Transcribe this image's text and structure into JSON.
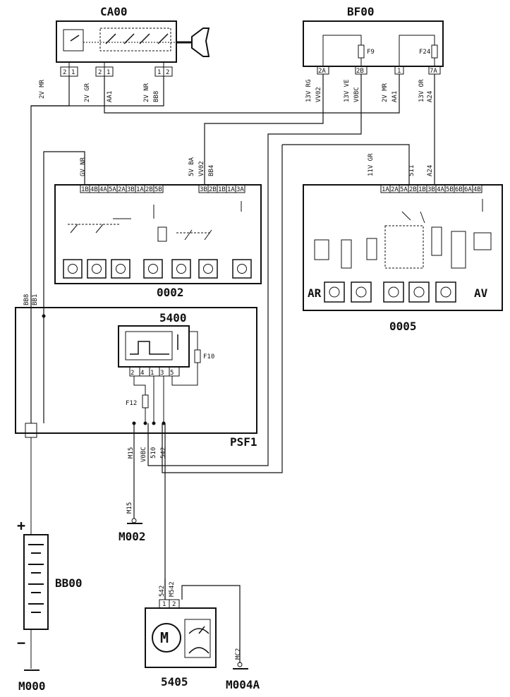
{
  "components": {
    "ca00": "CA00",
    "bf00": "BF00",
    "c0002": "0002",
    "c0005": "0005",
    "c5400": "5400",
    "psf1": "PSF1",
    "bb00": "BB00",
    "m002": "M002",
    "c5405": "5405",
    "m004a": "M004A",
    "m000": "M000"
  },
  "fuses": {
    "f9": "F9",
    "f24": "F24",
    "f10": "F10",
    "f12": "F12"
  },
  "wires": {
    "w_2v_mr_left": "2V MR",
    "w_2v_gr": "2V GR",
    "w_aa1_ca": "AA1",
    "w_2v_nr": "2V NR",
    "w_bb8_ca": "BB8",
    "w_13v_rg": "13V RG",
    "w_vv02_bf": "VV02",
    "w_13v_ve": "13V VE",
    "w_v0bc_bf": "V0BC",
    "w_2v_mr_bf": "2V MR",
    "w_aa1_bf": "AA1",
    "w_13v_or": "13V OR",
    "w_a24_bf": "A24",
    "w_gv_nr": "GV NR",
    "w_5v_ba": "5V BA",
    "w_vv02_2": "VV02",
    "w_bb4": "BB4",
    "w_11v_gr": "11V GR",
    "w_511": "511",
    "w_a24_2": "A24",
    "w_bb8_left": "BB8",
    "w_bb1": "BB1",
    "w_m15": "M15",
    "w_v0bc_2": "V0BC",
    "w_510": "510",
    "w_542": "542",
    "w_m15_b": "M15",
    "w_542_m": "542",
    "w_m542": "M542",
    "w_mc2": "MC2"
  },
  "pins": {
    "ca_2a": "2",
    "ca_1a": "1",
    "ca_2b": "2",
    "ca_1b": "1",
    "ca_1c": "1",
    "ca_2c": "2",
    "bf_2a": "2A",
    "bf_2b": "2B",
    "bf_1": "1",
    "bf_7a": "7A",
    "p0002": [
      "1B",
      "4B",
      "4A",
      "5A",
      "2A",
      "3B",
      "1A",
      "2B",
      "5B"
    ],
    "p0002b": [
      "3B",
      "2B",
      "1B",
      "1A",
      "3A"
    ],
    "p0005": [
      "1A",
      "2A",
      "5A",
      "2B",
      "1B",
      "3B",
      "4A",
      "5B",
      "6B",
      "6A",
      "4B"
    ],
    "p5400": [
      "2",
      "4",
      "1",
      "3",
      "5"
    ],
    "p5405": [
      "1",
      "2"
    ]
  },
  "labels": {
    "ar": "AR",
    "av": "AV",
    "motor": "M",
    "plus": "+",
    "minus": "−"
  }
}
